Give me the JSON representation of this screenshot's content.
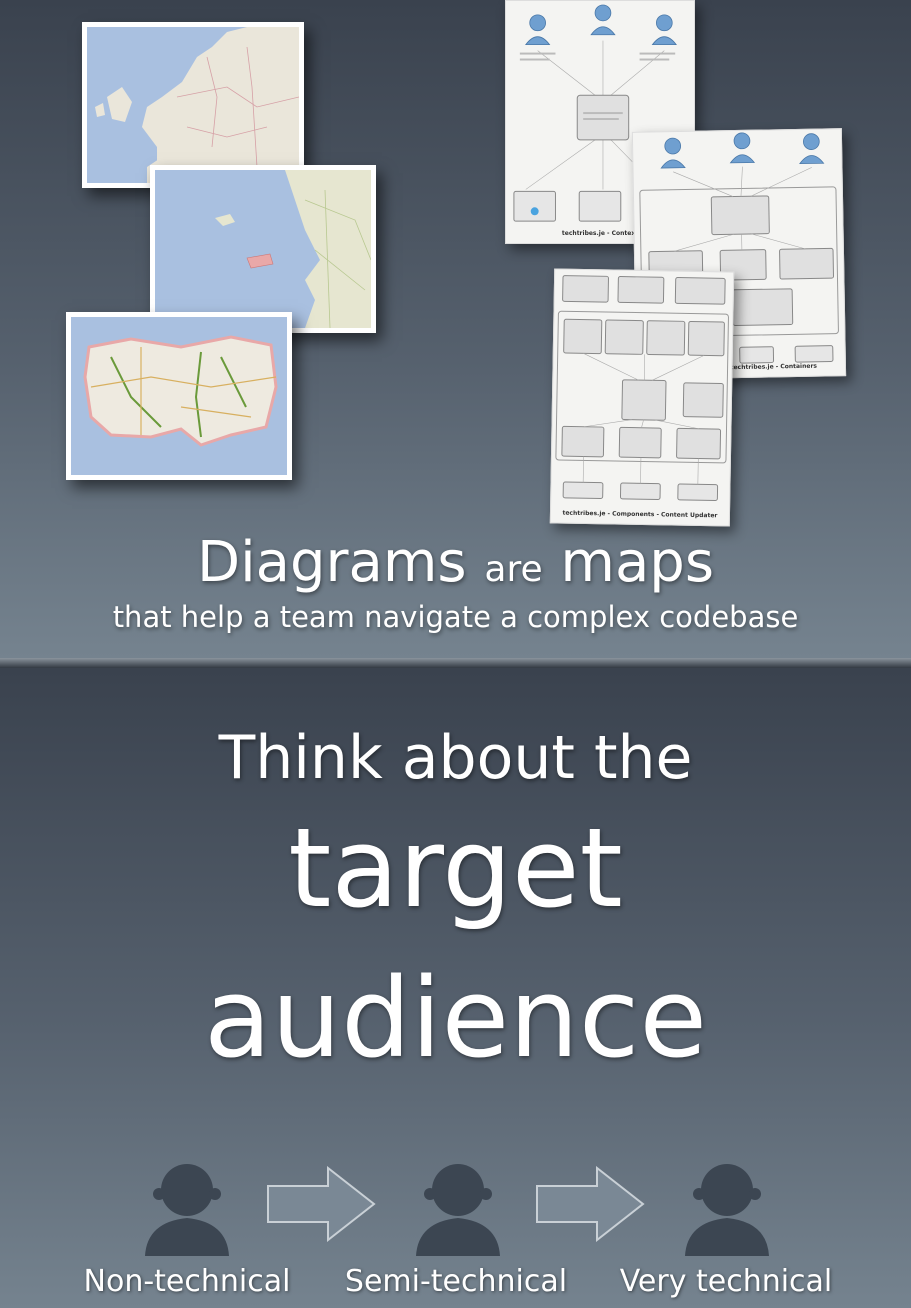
{
  "slide1": {
    "title_word1": "Diagrams",
    "title_word2": "are",
    "title_word3": "maps",
    "subtitle": "that help a team navigate a complex codebase",
    "sheets": [
      {
        "caption": "techtribes.je - Context"
      },
      {
        "caption": "techtribes.je - Containers"
      },
      {
        "caption": "techtribes.je - Components - Content Updater"
      }
    ]
  },
  "slide2": {
    "line1": "Think about the",
    "line2": "target",
    "line3": "audience",
    "audiences": [
      {
        "label": "Non-technical",
        "icon": "person-icon"
      },
      {
        "label": "Semi-technical",
        "icon": "person-icon"
      },
      {
        "label": "Very technical",
        "icon": "person-icon"
      }
    ]
  },
  "colors": {
    "person": "#3c4652",
    "arrow_fill": "#7a8895",
    "arrow_stroke": "#c9d0d6"
  }
}
